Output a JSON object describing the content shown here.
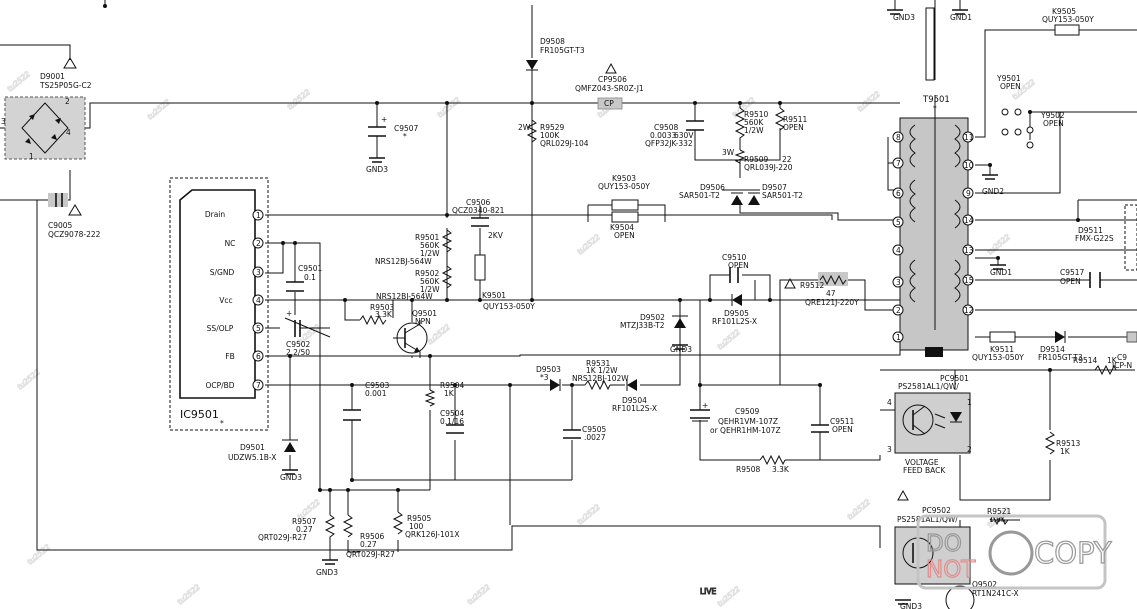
{
  "watermark": {
    "text": "tu2522"
  },
  "region_label": "LIVE",
  "stamp": {
    "line1": "DO",
    "line2": "NOT",
    "word": "COPY"
  },
  "ic": {
    "ref": "IC9501",
    "pins": [
      {
        "n": "1",
        "name": "Drain"
      },
      {
        "n": "2",
        "name": "NC"
      },
      {
        "n": "3",
        "name": "S/GND"
      },
      {
        "n": "4",
        "name": "Vcc"
      },
      {
        "n": "5",
        "name": "SS/OLP"
      },
      {
        "n": "6",
        "name": "FB"
      },
      {
        "n": "7",
        "name": "OCP/BD"
      }
    ]
  },
  "transformer": {
    "ref": "T9501",
    "left_pins": [
      "8",
      "7",
      "6",
      "5",
      "4",
      "3",
      "2",
      "1"
    ],
    "right_pins": [
      "11",
      "10",
      "9",
      "14",
      "13",
      "15",
      "12"
    ]
  },
  "grounds": {
    "gnd3": "GND3",
    "gnd1": "GND1",
    "gnd2": "GND2"
  },
  "labels": {
    "d9001": "D9001",
    "d9001_pn": "TS25P05G-C2",
    "bridge_l": "3",
    "bridge_r": "4",
    "bridge_t": "2",
    "bridge_b": "1",
    "c9005": "C9005",
    "c9005_pn": "QCZ9078-222",
    "c9507": "C9507",
    "star": "*",
    "plus": "+",
    "d9508": "D9508",
    "d9508_pn": "FR105GT-T3",
    "cp9506": "CP9506",
    "cp9506_pn": "QMFZ043-SR0Z-J1",
    "cp": "CP",
    "r9529_w": "2W",
    "r9529": "R9529",
    "r9529_v": "100K",
    "r9529_pn": "QRL029J-104",
    "c9508": "C9508",
    "c9508_v": "0.0033",
    "c9508_v2": "630V",
    "c9508_pn": "QFP32JK-332",
    "r9510": "R9510",
    "r9510_v": "560K",
    "r9510_w": "1/2W",
    "r9511": "R9511",
    "open": "OPEN",
    "r9509": "R9509",
    "r9509_w": "3W",
    "r9509_v": "22",
    "r9509_pn": "QRL039J-220",
    "d9506": "D9506",
    "d9506_pn": "SAR501-T2",
    "d9507": "D9507",
    "d9507_pn": "SAR501-T2",
    "k9503": "K9503",
    "k9503_pn": "QUY153-050Y",
    "k9504": "K9504",
    "c9506": "C9506",
    "c9506_pn": "QCZ0340-821",
    "c9506_v": "2KV",
    "r9501": "R9501",
    "r9501_v": "560K",
    "r9501_w": "1/2W",
    "r9501_pn": "NRS12BJ-564W",
    "r9502": "R9502",
    "r9502_v": "560K",
    "r9502_w": "1/2W",
    "r9502_pn": "NRS12BJ-564W",
    "k9501": "K9501",
    "k9501_pn": "QUY153-050Y",
    "c9501": "C9501",
    "c9501_v": "0.1",
    "r9503": "R9503",
    "r9503_v": "3.3K",
    "q9501": "Q9501",
    "q9501_t": "NPN",
    "c9502": "C9502",
    "c9502_v": "2.2/50",
    "c9510": "C9510",
    "d9505": "D9505",
    "d9505_pn": "RF101L2S-X",
    "d9502": "D9502",
    "d9502_pn": "MTZJ33B-T2",
    "r9512": "R9512",
    "r9512_v": "47",
    "r9512_pn": "QRE121J-220Y",
    "d9503": "D9503",
    "d9503_v": "*3",
    "r9531": "R9531",
    "r9531_v": "1K 1/2W",
    "r9531_pn": "NRS12BJ-102W",
    "d9504": "D9504",
    "d9504_pn": "RF101L2S-X",
    "c9503": "C9503",
    "c9503_v": "0.001",
    "r9504": "R9504",
    "r9504_v": "1K",
    "c9504": "C9504",
    "c9504_v": "0.1/16",
    "c9505": "C9505",
    "c9505_v": ".0027",
    "c9509": "C9509",
    "c9509_pn": "QEHR1VM-107Z",
    "c9509_pn2": "or QEHR1HM-107Z",
    "c9511": "C9511",
    "r9508": "R9508",
    "r9508_v": "3.3K",
    "d9501": "D9501",
    "d9501_pn": "UDZW5.1B-X",
    "r9507": "R9507",
    "r9507_v": "0.27",
    "r9507_pn": "QRT029J-R27",
    "r9506": "R9506",
    "r9506_v": "0.27",
    "r9506_pn": "QRT029J-R27",
    "r9505": "R9505",
    "r9505_v": "100",
    "r9505_pn": "QRK126J-101X",
    "pc9501": "PC9501",
    "pc9501_pn": "PS2581AL1/QW/",
    "voltage": "VOLTAGE",
    "feedback": "FEED BACK",
    "pc_p4": "4",
    "pc_p3": "3",
    "pc_p1": "1",
    "pc_p2": "2",
    "r9514": "R9514",
    "r9514_v": "1K",
    "r9513": "R9513",
    "r9513_v": "1K",
    "pc9502": "PC9502",
    "pc9502_pn": "PS2581AL1/QW/",
    "r9521": "R9521",
    "r9521_v": "1.8K",
    "q9502": "Q9502",
    "q9502_pn": "RT1N241C-X",
    "k9505": "K9505",
    "k9505_pn": "QUY153-050Y",
    "y9501": "Y9501",
    "y9502": "Y9502",
    "d9511": "D9511",
    "d9511_pn": "FMX-G22S",
    "c9517": "C9517",
    "k9511": "K9511",
    "k9511_pn": "QUY153-050Y",
    "d9514": "D9514",
    "d9514_pn": "FR105GT-T3",
    "cut_c9": "C9",
    "cut_icp": "ICP-N"
  }
}
